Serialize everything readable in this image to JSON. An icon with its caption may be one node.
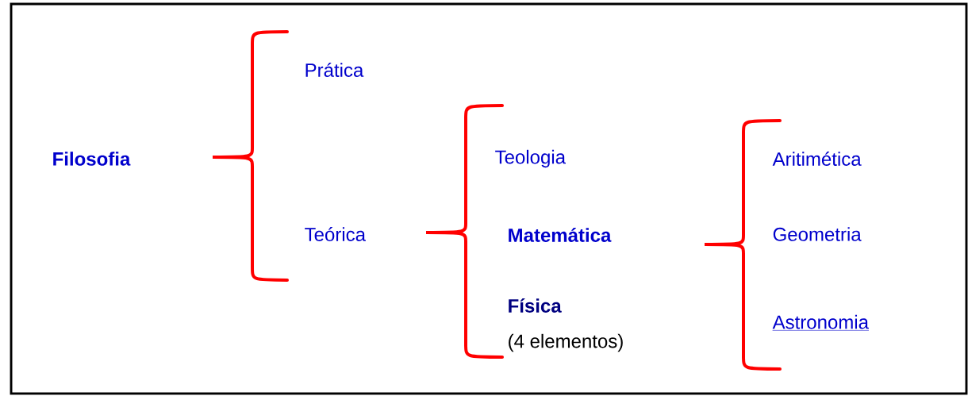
{
  "diagram": {
    "labels": [
      "Filosofia",
      "Prática",
      "Teórica",
      "Teologia",
      "Matemática",
      "Física",
      "(4 elementos)",
      "Aritimética",
      "Geometria",
      "Astronomia"
    ]
  }
}
